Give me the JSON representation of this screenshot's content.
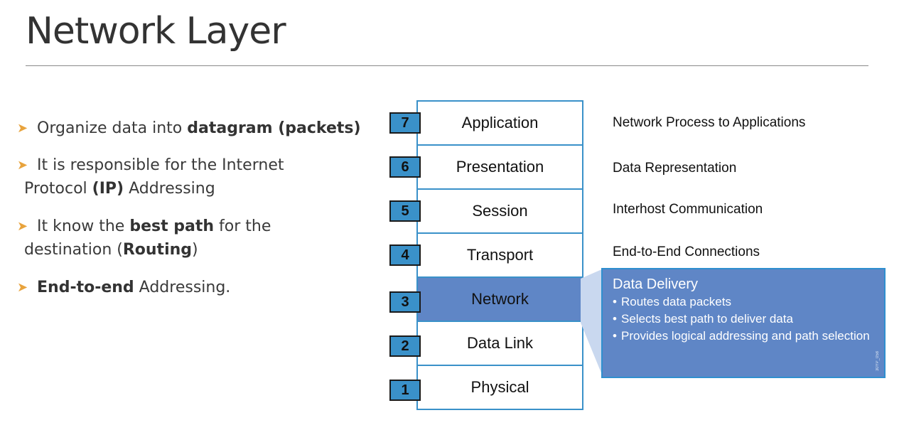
{
  "title": "Network Layer",
  "bullets": [
    {
      "parts": [
        {
          "text": "Organize data into ",
          "bold": false
        },
        {
          "text": "datagram (packets)",
          "bold": true
        }
      ]
    },
    {
      "line1": [
        {
          "text": "It is responsible for the Internet",
          "bold": false
        }
      ],
      "line2": [
        {
          "text": "Protocol ",
          "bold": false
        },
        {
          "text": "(IP)",
          "bold": true
        },
        {
          "text": " Addressing",
          "bold": false
        }
      ]
    },
    {
      "line1": [
        {
          "text": "It know the ",
          "bold": false
        },
        {
          "text": "best path",
          "bold": true
        },
        {
          "text": " for the",
          "bold": false
        }
      ],
      "line2": [
        {
          "text": "destination (",
          "bold": false
        },
        {
          "text": "Routing",
          "bold": true
        },
        {
          "text": ")",
          "bold": false
        }
      ]
    },
    {
      "parts": [
        {
          "text": "End-to-end",
          "bold": true
        },
        {
          "text": " Addressing.",
          "bold": false
        }
      ]
    }
  ],
  "layers": [
    {
      "number": "7",
      "name": "Application",
      "description": "Network Process to Applications"
    },
    {
      "number": "6",
      "name": "Presentation",
      "description": "Data Representation"
    },
    {
      "number": "5",
      "name": "Session",
      "description": "Interhost Communication"
    },
    {
      "number": "4",
      "name": "Transport",
      "description": "End-to-End Connections"
    },
    {
      "number": "3",
      "name": "Network",
      "description": ""
    },
    {
      "number": "2",
      "name": "Data Link",
      "description": ""
    },
    {
      "number": "1",
      "name": "Physical",
      "description": ""
    }
  ],
  "callout": {
    "title": "Data Delivery",
    "items": [
      "Routes data packets",
      "Selects best path to deliver data",
      "Provides logical addressing and path selection"
    ]
  },
  "watermark": "30YP_058",
  "colors": {
    "layer_blue": "#3a91c9",
    "highlight_blue": "#5f86c6",
    "bullet_orange": "#e8a33d",
    "title_gray": "#333333"
  }
}
